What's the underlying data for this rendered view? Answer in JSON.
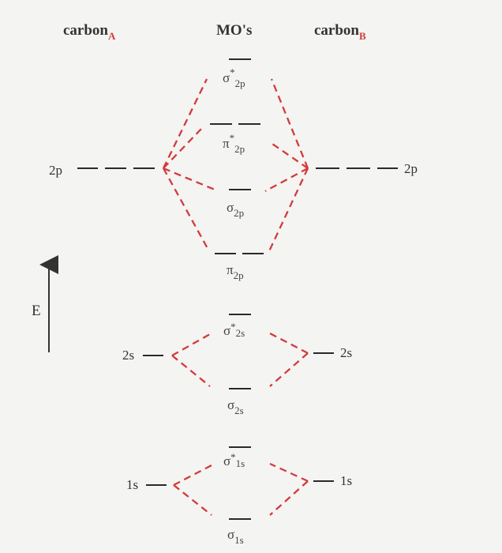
{
  "headers": {
    "left": "carbon",
    "left_sub": "A",
    "center": "MO's",
    "right": "carbon",
    "right_sub": "B"
  },
  "axis_label": "E",
  "atomic_labels": {
    "a_2p": "2p",
    "b_2p": "2p",
    "a_2s": "2s",
    "b_2s": "2s",
    "a_1s": "1s",
    "b_1s": "1s"
  },
  "mo_labels": [
    {
      "id": "sigma_star_2p",
      "symbol": "σ",
      "star": "*",
      "sub": "2p"
    },
    {
      "id": "pi_star_2p",
      "symbol": "π",
      "star": "*",
      "sub": "2p"
    },
    {
      "id": "sigma_2p",
      "symbol": "σ",
      "star": "",
      "sub": "2p"
    },
    {
      "id": "pi_2p",
      "symbol": "π",
      "star": "",
      "sub": "2p"
    },
    {
      "id": "sigma_star_2s",
      "symbol": "σ",
      "star": "*",
      "sub": "2s"
    },
    {
      "id": "sigma_2s",
      "symbol": "σ",
      "star": "",
      "sub": "2s"
    },
    {
      "id": "sigma_star_1s",
      "symbol": "σ",
      "star": "*",
      "sub": "1s"
    },
    {
      "id": "sigma_1s",
      "symbol": "σ",
      "star": "",
      "sub": "1s"
    }
  ],
  "colors": {
    "dashed_lines": "#d23b3b",
    "levels": "#2a2a2a",
    "background": "#f4f4f2"
  }
}
